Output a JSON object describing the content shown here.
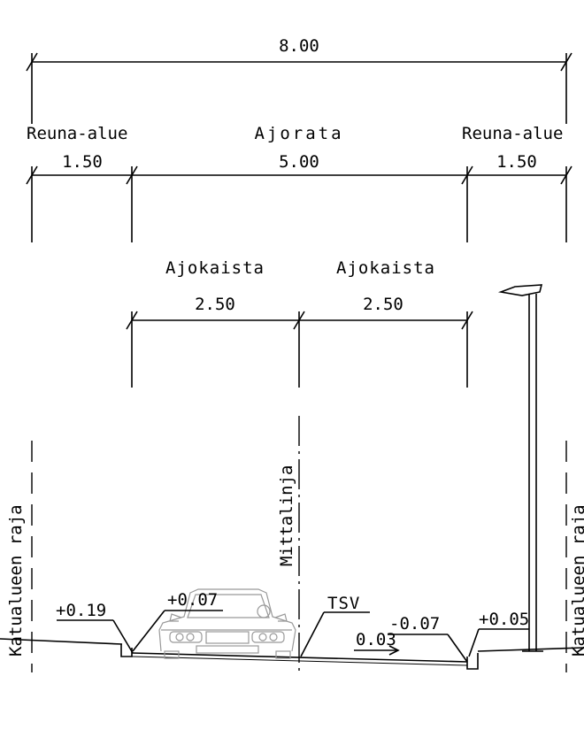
{
  "dimensions": {
    "total": "8.00",
    "reuna_alue_left_width": "1.50",
    "ajorata_width": "5.00",
    "reuna_alue_right_width": "1.50",
    "ajokaista_left_width": "2.50",
    "ajokaista_right_width": "2.50"
  },
  "labels": {
    "reuna_alue_left": "Reuna-alue",
    "ajorata": "Ajorata",
    "reuna_alue_right": "Reuna-alue",
    "ajokaista_left": "Ajokaista",
    "ajokaista_right": "Ajokaista",
    "katualueen_raja_left": "Katualueen raja",
    "mittalinja": "Mittalinja",
    "katualueen_raja_right": "Katualueen raja"
  },
  "elevations": {
    "left_edge": "+0.19",
    "left_curb": "+0.07",
    "tsv": "TSV",
    "right_curb": "-0.07",
    "right_edge": "+0.05"
  },
  "slope": "0.03"
}
